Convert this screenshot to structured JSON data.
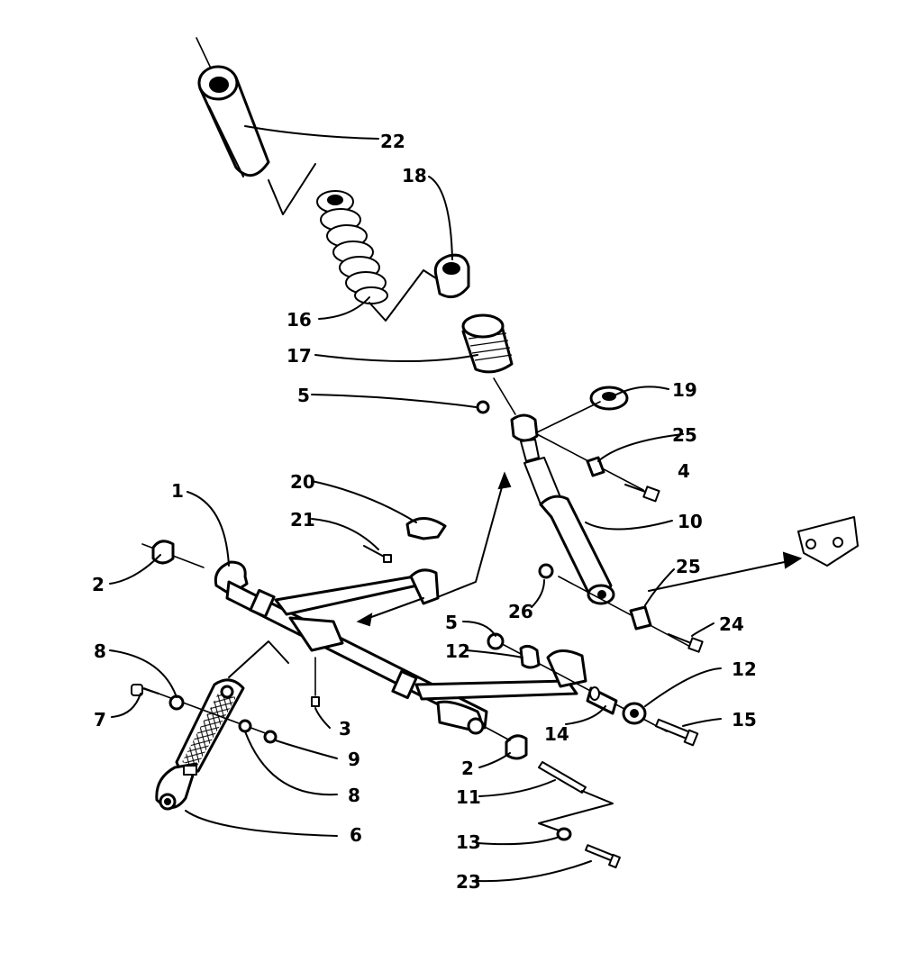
{
  "callouts": {
    "c1": "1",
    "c2a": "2",
    "c2b": "2",
    "c3": "3",
    "c4": "4",
    "c5a": "5",
    "c5b": "5",
    "c6": "6",
    "c7": "7",
    "c8a": "8",
    "c8b": "8",
    "c9": "9",
    "c10": "10",
    "c11": "11",
    "c12a": "12",
    "c12b": "12",
    "c13": "13",
    "c14": "14",
    "c15": "15",
    "c16": "16",
    "c17": "17",
    "c18": "18",
    "c19": "19",
    "c20": "20",
    "c21": "21",
    "c22": "22",
    "c23": "23",
    "c24": "24",
    "c25a": "25",
    "c25b": "25",
    "c26": "26"
  },
  "colors": {
    "ink": "#000000",
    "paper": "#ffffff"
  }
}
